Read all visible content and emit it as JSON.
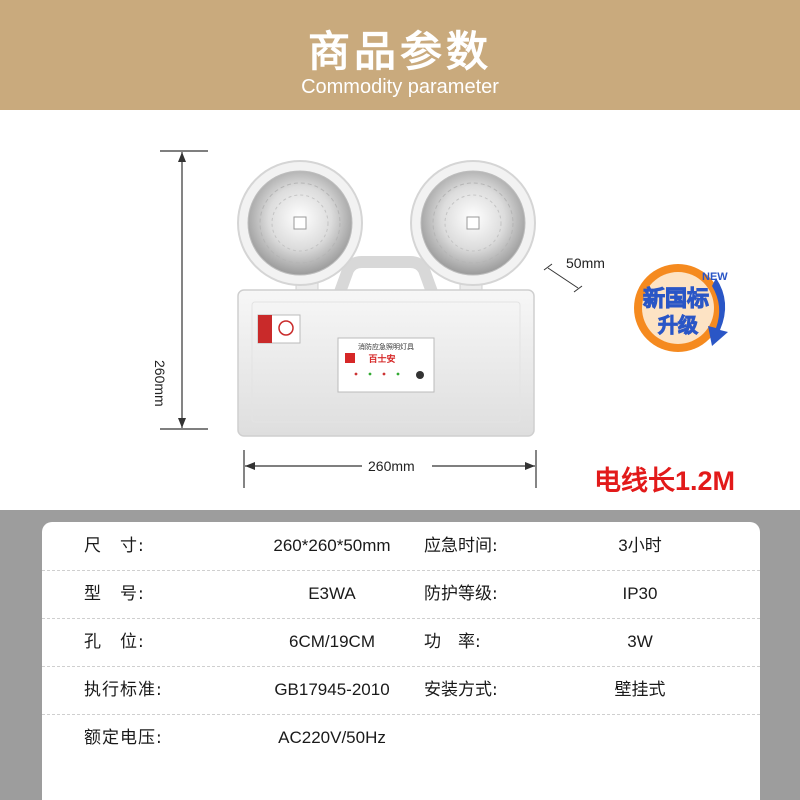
{
  "header": {
    "title": "商品参数",
    "subtitle": "Commodity parameter"
  },
  "diagram": {
    "height_label": "260mm",
    "width_label": "260mm",
    "depth_label": "50mm",
    "product_label_text": "消防应急照明灯具",
    "brand_text": "百士安",
    "badge": {
      "line1": "新国标",
      "line2": "升级",
      "tag": "NEW"
    },
    "wire_note": "电线长1.2M"
  },
  "colors": {
    "header_bg": "#c9aa7d",
    "spec_bg": "#9d9d9d",
    "note_red": "#e21a1a",
    "badge_orange": "#f58a1f",
    "badge_blue": "#2a56c6"
  },
  "specs": {
    "rows": [
      {
        "label1": "尺　寸:",
        "value1": "260*260*50mm",
        "label2": "应急时间:",
        "value2": "3小时"
      },
      {
        "label1": "型　号:",
        "value1": "E3WA",
        "label2": "防护等级:",
        "value2": "IP30"
      },
      {
        "label1": "孔　位:",
        "value1": "6CM/19CM",
        "label2": "功　率:",
        "value2": "3W"
      },
      {
        "label1": "执行标准:",
        "value1": "GB17945-2010",
        "label2": "安装方式:",
        "value2": "壁挂式"
      },
      {
        "label1": "额定电压:",
        "value1": "AC220V/50Hz",
        "label2": "",
        "value2": ""
      }
    ]
  }
}
